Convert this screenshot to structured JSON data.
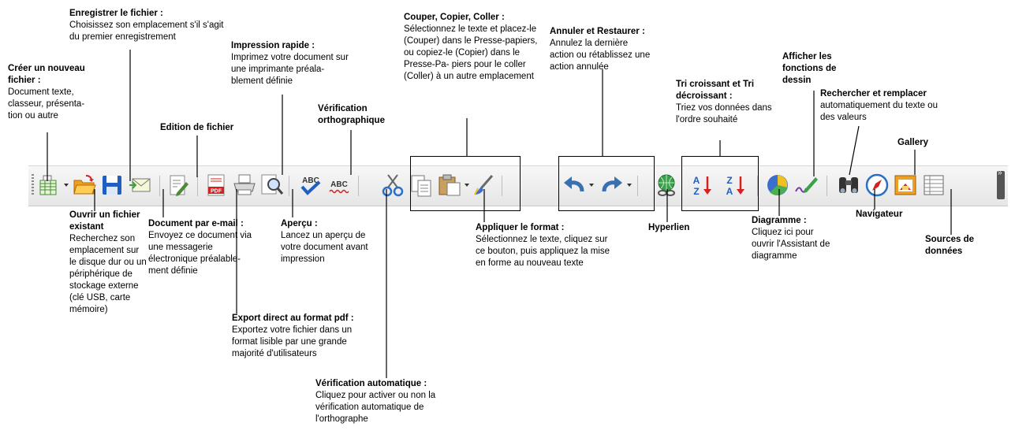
{
  "annotations": {
    "nouveau": {
      "title": "Créer un nouveau fichier :",
      "desc": "Document texte, classeur, présenta- tion ou autre"
    },
    "ouvrir": {
      "title": "Ouvrir un fichier existant",
      "desc": "Recherchez son emplacement sur le disque dur ou un périphérique de stockage externe (clé USB, carte mémoire)"
    },
    "enregistrer": {
      "title": "Enregistrer le fichier :",
      "desc": "Choisissez son emplacement s'il s'agit du premier enregistrement"
    },
    "email": {
      "title": "Document par e-mail :",
      "desc": "Envoyez ce document via une messagerie électronique préalable- ment définie"
    },
    "edition": {
      "title": "Edition de fichier",
      "desc": ""
    },
    "pdf": {
      "title": "Export direct au format pdf :",
      "desc": "Exportez votre fichier dans un format lisible par une grande majorité d'utilisateurs"
    },
    "impression": {
      "title": "Impression rapide :",
      "desc": "Imprimez votre document sur une imprimante préala- blement définie"
    },
    "apercu": {
      "title": "Aperçu :",
      "desc": "Lancez un aperçu de votre document avant impression"
    },
    "verif": {
      "title": "Vérification orthographique",
      "desc": ""
    },
    "verifauto": {
      "title": "Vérification automatique :",
      "desc": "Cliquez pour activer ou non la vérification automatique de l'orthographe"
    },
    "couper": {
      "title": "Couper, Copier, Coller :",
      "desc": "Sélectionnez le texte et placez-le (Couper) dans le Presse-papiers, ou copiez-le (Copier) dans le Presse-Pa- piers pour le coller (Coller) à un autre emplacement"
    },
    "format": {
      "title": "Appliquer le format :",
      "desc": "Sélectionnez le texte, cliquez sur ce bouton, puis appliquez la mise en forme au nouveau texte"
    },
    "annuler": {
      "title": "Annuler et Restaurer :",
      "desc": "Annulez la dernière action ou rétablissez une action annulée"
    },
    "hyperlien": {
      "title": "Hyperlien",
      "desc": ""
    },
    "tri": {
      "title": "Tri croissant et Tri décroissant :",
      "desc": "Triez vos données dans l'ordre souhaité"
    },
    "dessin": {
      "title": "Afficher les fonctions de dessin",
      "desc": ""
    },
    "diagramme": {
      "title": "Diagramme :",
      "desc": "Cliquez ici pour ouvrir l'Assistant de diagramme"
    },
    "rechercher": {
      "title": "Rechercher et remplacer",
      "desc": "automatiquement du texte ou des valeurs"
    },
    "gallery": {
      "title": "Gallery",
      "desc": ""
    },
    "navigateur": {
      "title": "Navigateur",
      "desc": ""
    },
    "sources": {
      "title": "Sources de données",
      "desc": ""
    }
  },
  "toolbar": {
    "icons": [
      "new-document-icon",
      "open-folder-icon",
      "save-disk-icon",
      "email-envelope-icon",
      "edit-file-icon",
      "export-pdf-icon",
      "print-icon",
      "preview-magnifier-icon",
      "spellcheck-icon",
      "autospellcheck-icon",
      "cut-scissors-icon",
      "copy-icon",
      "paste-clipboard-icon",
      "format-paintbrush-icon",
      "undo-icon",
      "redo-icon",
      "hyperlink-globe-icon",
      "sort-ascending-icon",
      "sort-descending-icon",
      "chart-pie-icon",
      "draw-functions-icon",
      "find-replace-binoculars-icon",
      "navigator-compass-icon",
      "gallery-icon",
      "data-sources-icon"
    ],
    "pdf_label": "PDF",
    "abc_label": "ABC",
    "sort_asc_top": "A",
    "sort_asc_bottom": "Z",
    "sort_desc_top": "Z",
    "sort_desc_bottom": "A"
  },
  "colors": {
    "accent_blue": "#1f5fbf",
    "sort_red": "#d42020",
    "folder_orange": "#f0a020"
  }
}
